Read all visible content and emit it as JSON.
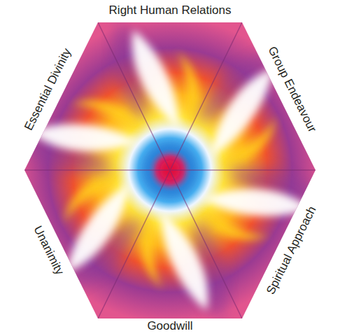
{
  "diagram": {
    "labels": [
      "Right Human Relations",
      "Group Endeavour",
      "Spiritual Approach",
      "Goodwill",
      "Unanimity",
      "Essential Divinity"
    ]
  }
}
